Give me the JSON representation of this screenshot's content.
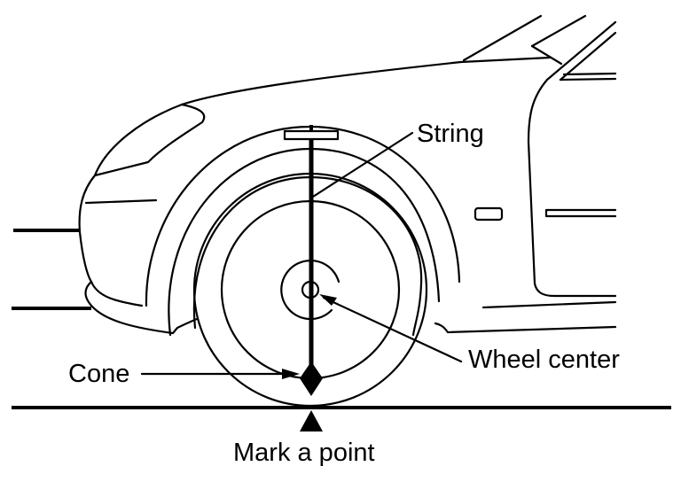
{
  "figure": {
    "subject": "Front wheel alignment measurement setup",
    "colors": {
      "line": "#000000",
      "background": "#ffffff"
    }
  },
  "labels": {
    "string": "String",
    "wheel_center": "Wheel center",
    "cone": "Cone",
    "mark_point": "Mark a point"
  }
}
